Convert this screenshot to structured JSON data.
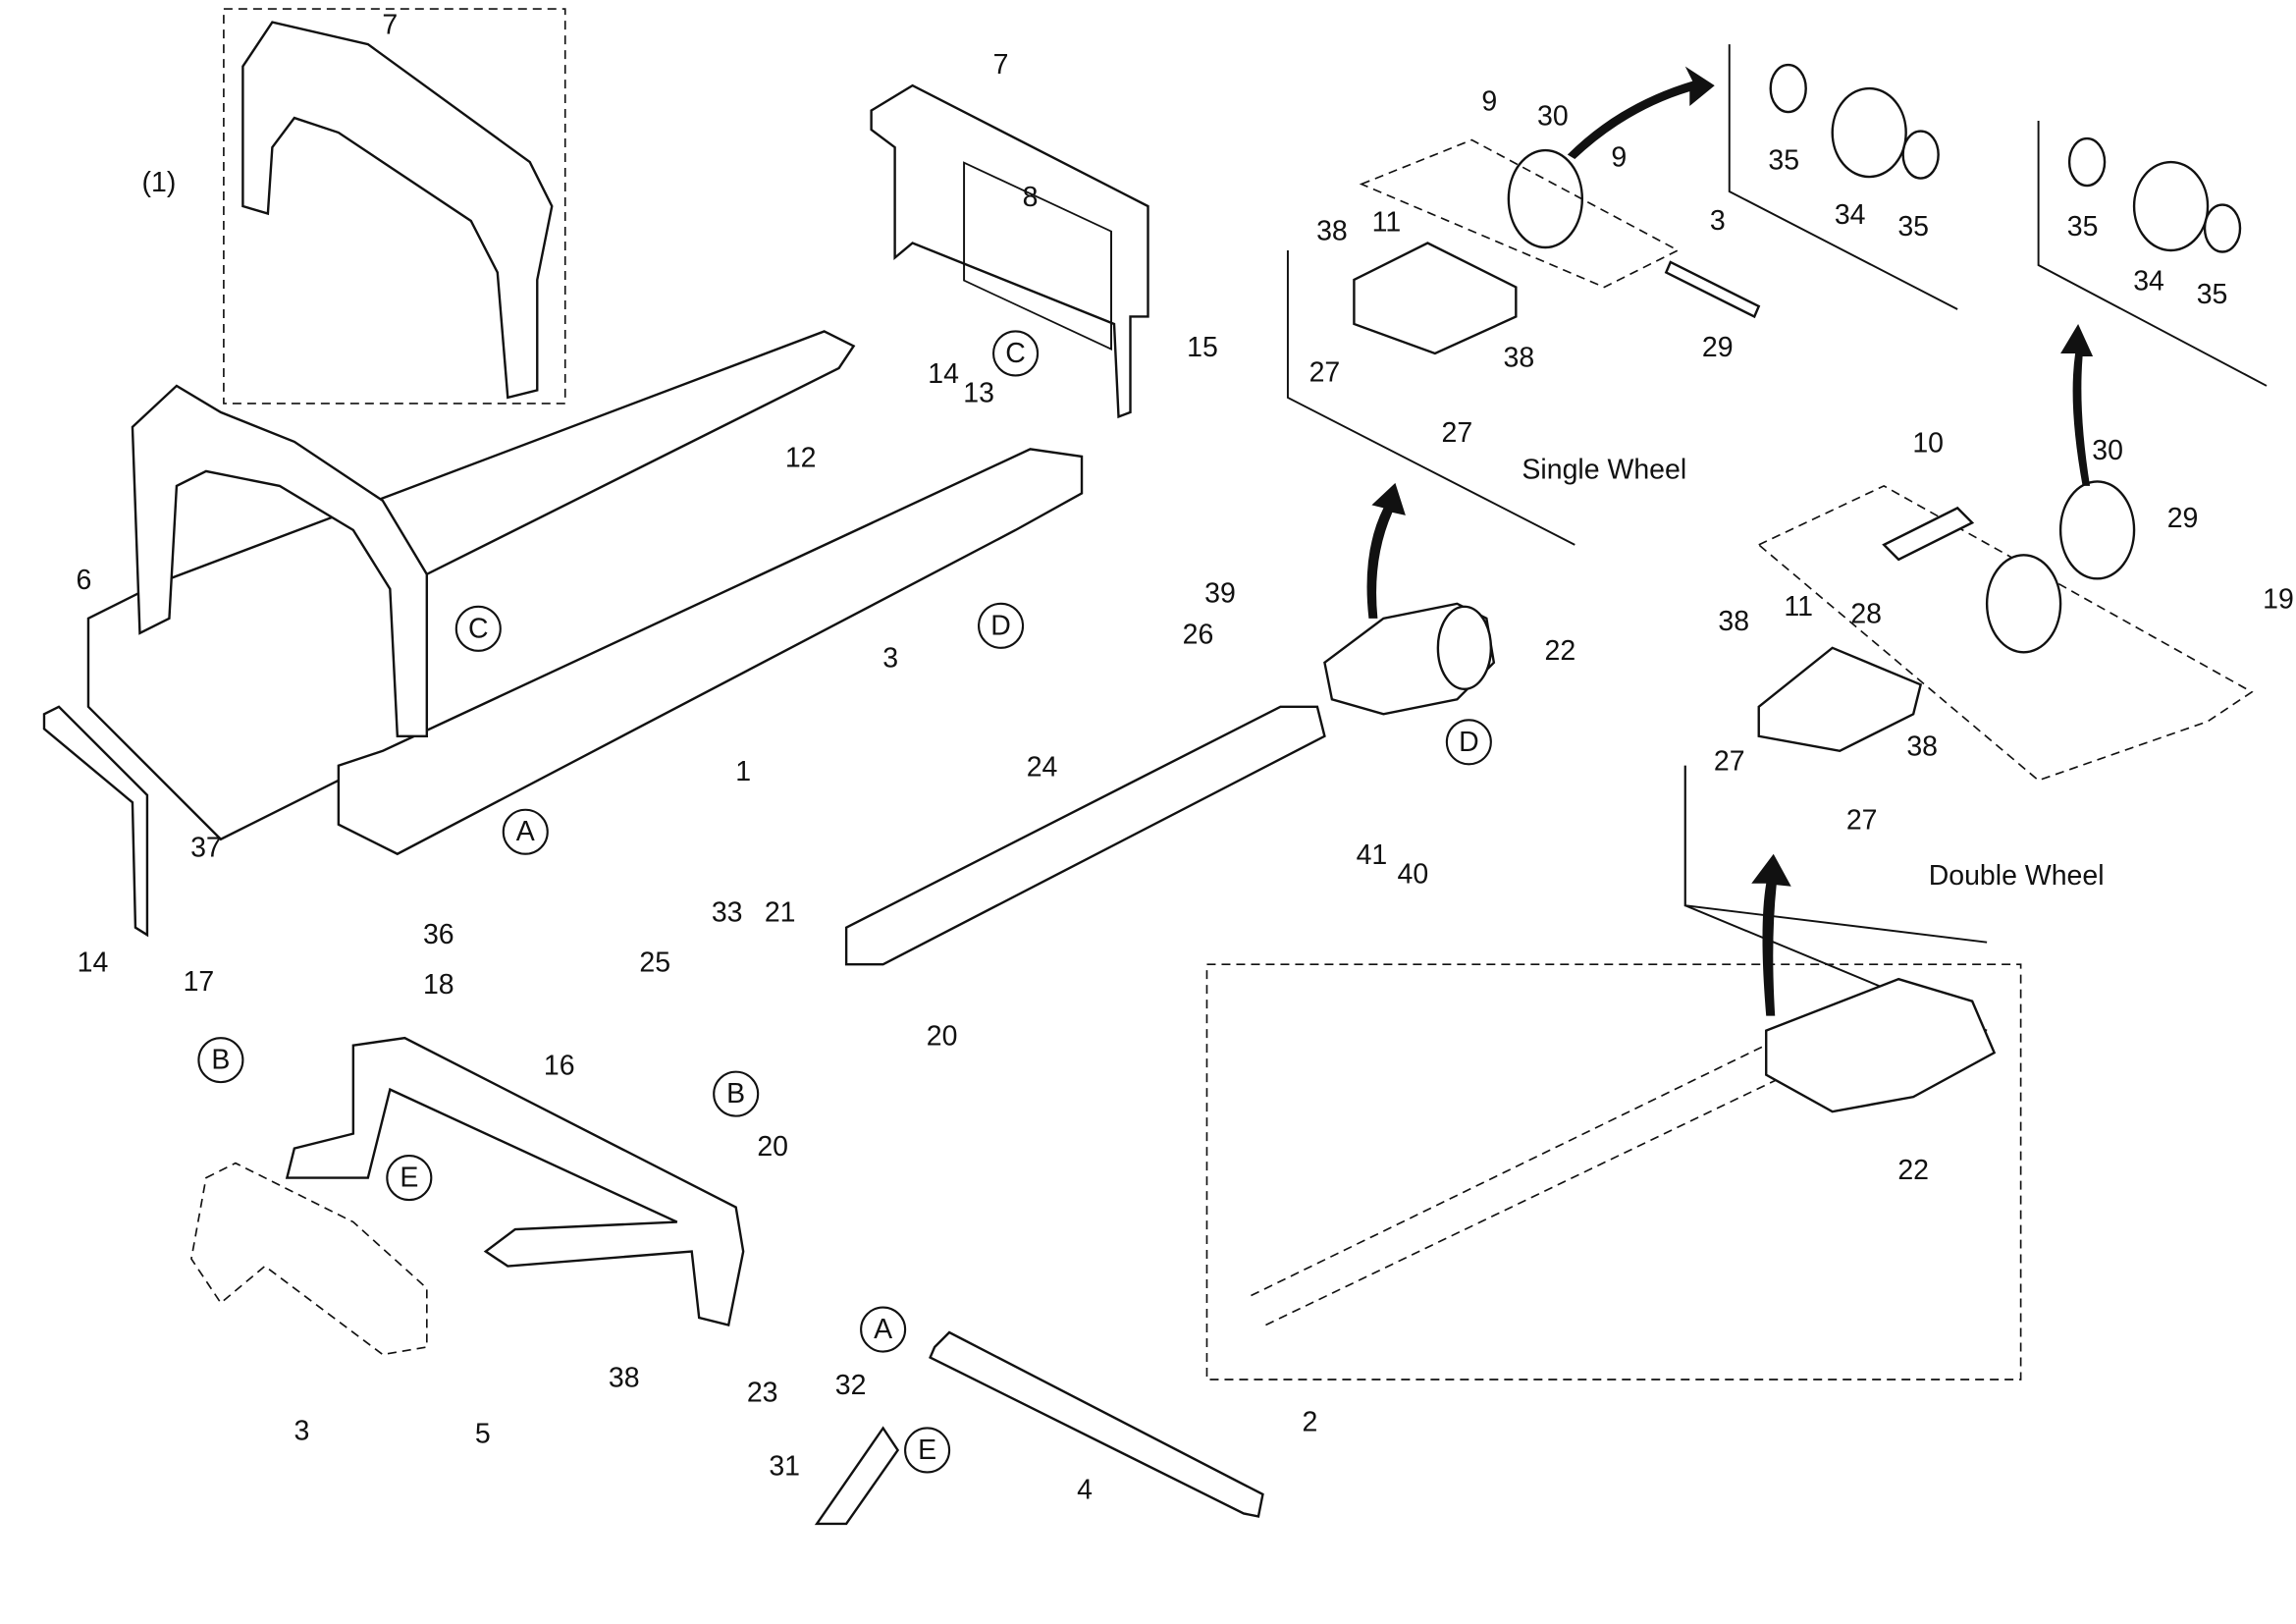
{
  "captions": {
    "single": "Single Wheel",
    "double": "Double Wheel"
  },
  "callouts": [
    "(1)",
    "7",
    "7",
    "8",
    "15",
    "14",
    "13",
    "6",
    "12",
    "3",
    "1",
    "37",
    "14",
    "17",
    "36",
    "18",
    "25",
    "33",
    "21",
    "24",
    "20",
    "20",
    "16",
    "38",
    "23",
    "3",
    "5",
    "32",
    "31",
    "4",
    "2",
    "39",
    "26",
    "22",
    "41",
    "40",
    "22",
    "9",
    "30",
    "9",
    "3",
    "38",
    "11",
    "27",
    "38",
    "27",
    "29",
    "35",
    "34",
    "35",
    "35",
    "34",
    "35",
    "10",
    "30",
    "29",
    "19",
    "38",
    "11",
    "28",
    "27",
    "38",
    "27"
  ],
  "reference_letters": [
    "C",
    "C",
    "D",
    "A",
    "B",
    "B",
    "E",
    "A",
    "E",
    "D"
  ],
  "colors": {
    "line": "#111111",
    "background": "#ffffff"
  }
}
